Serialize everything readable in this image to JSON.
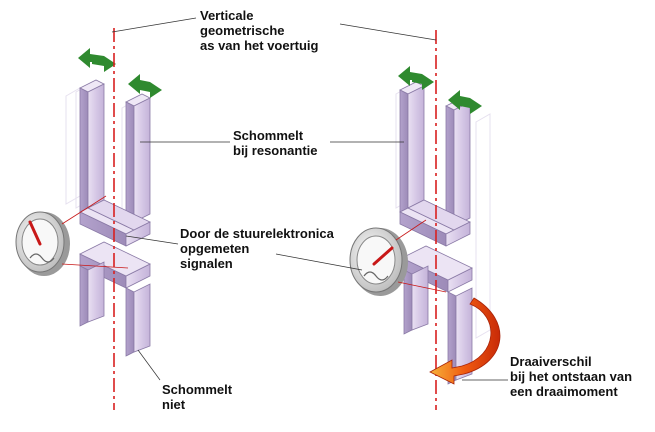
{
  "labels": {
    "vertical_axis": [
      "Verticale",
      "geometrische",
      "as van het voertuig"
    ],
    "resonates": [
      "Schommelt",
      "bij resonantie"
    ],
    "measured_signals": [
      "Door de stuurelektronica",
      "opgemeten",
      "signalen"
    ],
    "no_swing": [
      "Schommelt",
      "niet"
    ],
    "rotation_difference": [
      "Draaiverschil",
      "bij het ontstaan van",
      "een draaimoment"
    ]
  },
  "colors": {
    "prong_face": "#d9cde8",
    "prong_side": "#b7a6cf",
    "prong_top": "#ece4f4",
    "prong_shadow": "#9c8bb5",
    "axis_line": "#d92020",
    "oscillation_arrow": "#2f8a2f",
    "rotation_arrow": "#f04a10",
    "leader_line": "#333333",
    "gauge_ring": "#d8d8d8",
    "gauge_needle": "#c81818"
  },
  "icons": {
    "oscillation": "double-headed-arrow-icon",
    "gauge": "dial-gauge-icon",
    "rotation": "curved-rotation-arrow-icon"
  }
}
